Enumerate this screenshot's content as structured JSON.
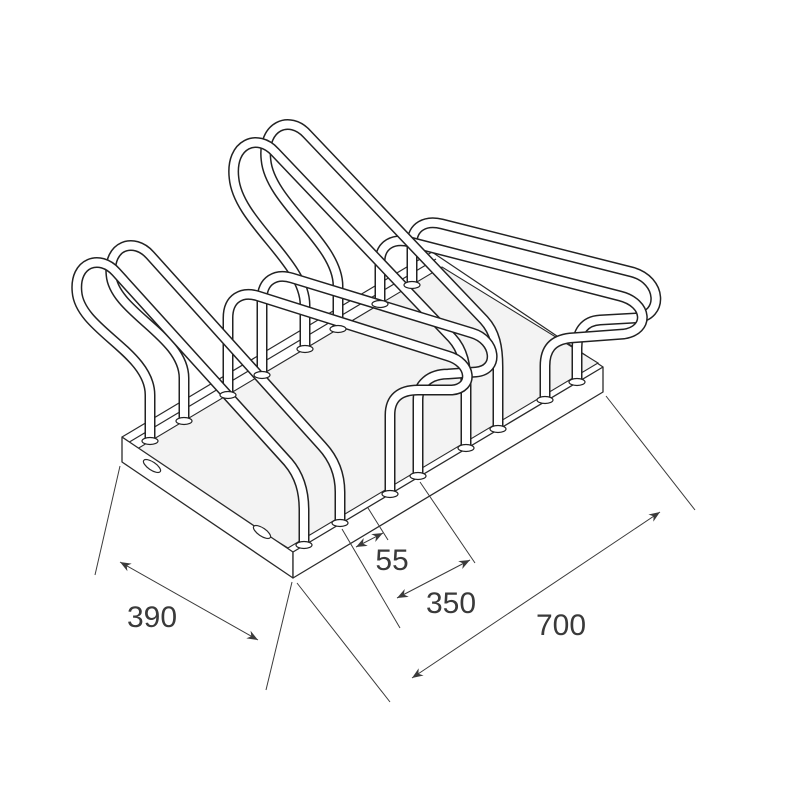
{
  "dimensions": {
    "depth": "390",
    "tube_gap": "55",
    "loop_spacing": "350",
    "length": "700"
  },
  "colors": {
    "line": "#222222",
    "floor": "#f3f3f3",
    "label": "#3a3a3a"
  }
}
